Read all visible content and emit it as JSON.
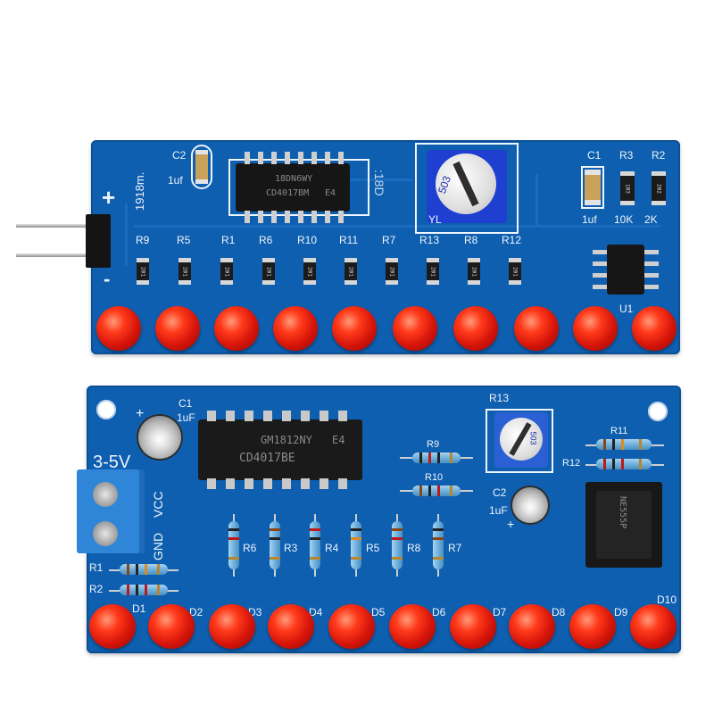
{
  "colors": {
    "pcb": "#0f5fb0",
    "led": "#e0190d",
    "silkscreen": "#eef4fb",
    "terminal": "#2f86d8"
  },
  "top_board": {
    "plus": "+",
    "minus": "-",
    "code": "1918m.",
    "version": ":18D",
    "chip_main": "CD4017BM",
    "chip_marking": "18DN6WY",
    "chip_suffix": "E4",
    "pot_code": "503",
    "pot_label": "YL",
    "c2_label": "C2",
    "c2_value": "1uf",
    "c1_label": "C1",
    "c1_value": "1uf",
    "r3_label": "R3",
    "r3_value": "10K",
    "r3_code": "103",
    "r2_label": "R2",
    "r2_value": "2K",
    "r2_code": "202",
    "u1_label": "U1",
    "resistor_code": "201",
    "resistors": [
      "R9",
      "R5",
      "R1",
      "R6",
      "R10",
      "R11",
      "R7",
      "R13",
      "R8",
      "R12"
    ]
  },
  "bottom_board": {
    "voltage": "3-5V",
    "vcc": "VCC",
    "gnd": "GND",
    "c1_label": "C1",
    "c1_value": "1uF",
    "c1_plus": "+",
    "chip_main": "CD4017BE",
    "chip_marking": "GM1812NY",
    "chip_suffix": "E4",
    "r13_label": "R13",
    "pot_code": "503",
    "c2_label": "C2",
    "c2_value": "1uF",
    "c2_plus": "+",
    "timer_chip": "NE555P",
    "r9": "R9",
    "r10": "R10",
    "r11": "R11",
    "r12": "R12",
    "r1": "R1",
    "r2": "R2",
    "vertical_resistors": [
      "R6",
      "R3",
      "R4",
      "R5",
      "R8",
      "R7"
    ],
    "leds": [
      "D1",
      "D2",
      "D3",
      "D4",
      "D5",
      "D6",
      "D7",
      "D8",
      "D9",
      "D10"
    ]
  }
}
